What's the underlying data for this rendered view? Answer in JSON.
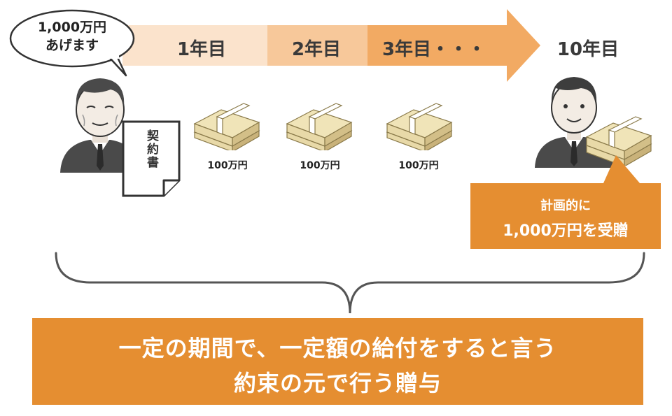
{
  "speech_bubble": {
    "line1": "1,000万円",
    "line2": "あげます"
  },
  "timeline": {
    "years": [
      "1年目",
      "2年目",
      "3年目・・・",
      "10年目"
    ]
  },
  "contract": {
    "label": "契約書"
  },
  "payments": [
    {
      "label": "100万円"
    },
    {
      "label": "100万円"
    },
    {
      "label": "100万円"
    }
  ],
  "receive_box": {
    "line1": "計画的に",
    "line2": "1,000万円を受贈"
  },
  "summary": {
    "line1": "一定の期間で、一定額の給付をすると言う",
    "line2": "約束の元で行う贈与"
  },
  "colors": {
    "accent": "#E58E31",
    "arrow_light": "#FBE3CC",
    "arrow_mid": "#F7C89A",
    "arrow_dark": "#F2AA63",
    "person": "#4a4a4a",
    "money": "#E8D9A8"
  },
  "icons": [
    "person-giver-icon",
    "person-receiver-icon",
    "contract-icon",
    "money-stack-icon",
    "speech-bubble-icon",
    "timeline-arrow-icon",
    "brace-icon"
  ]
}
